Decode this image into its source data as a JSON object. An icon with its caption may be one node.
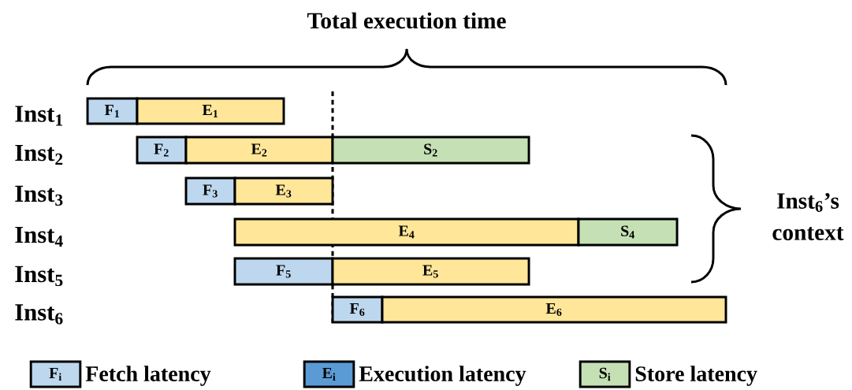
{
  "diagram": {
    "title": "Total execution time",
    "nodes": [
      {
        "text": [
          "F$_{1}$"
        ]
      },
      {
        "text": [
          "E$_{1}$"
        ]
      },
      {
        "text": [
          "F$_{2}$"
        ]
      },
      {
        "text": [
          "E$_{2}$"
        ]
      },
      {
        "text": [
          "S$_{2}$"
        ]
      },
      {
        "text": [
          "F$_{3}$"
        ]
      },
      {
        "text": [
          "E$_{3}$"
        ]
      },
      {
        "text": [
          "E$_{4}$"
        ]
      },
      {
        "text": [
          "S$_{4}$"
        ]
      },
      {
        "text": [
          "F$_{5}$"
        ]
      },
      {
        "text": [
          "E$_{5}$"
        ]
      },
      {
        "text": [
          "F$_{6}$"
        ]
      },
      {
        "text": [
          "E$_{6}$"
        ]
      }
    ],
    "labels": [
      "Inst$_{1}$",
      "Inst$_{2}$",
      "Inst$_{3}$",
      "Inst$_{4}$",
      "Inst$_{5}$",
      "Inst$_{6}$",
      "Inst$_{6}$’s context",
      "F$_{i}$",
      "E$_{i}$",
      "S$_{i}$"
    ],
    "legend": [
      {
        "text": "Fetch latency",
        "color": "#bdd7ee"
      },
      {
        "text": "Execution latency",
        "color": "#5b9bd5"
      },
      {
        "text": "Store latency",
        "color": "#c5e0b4"
      }
    ]
  }
}
